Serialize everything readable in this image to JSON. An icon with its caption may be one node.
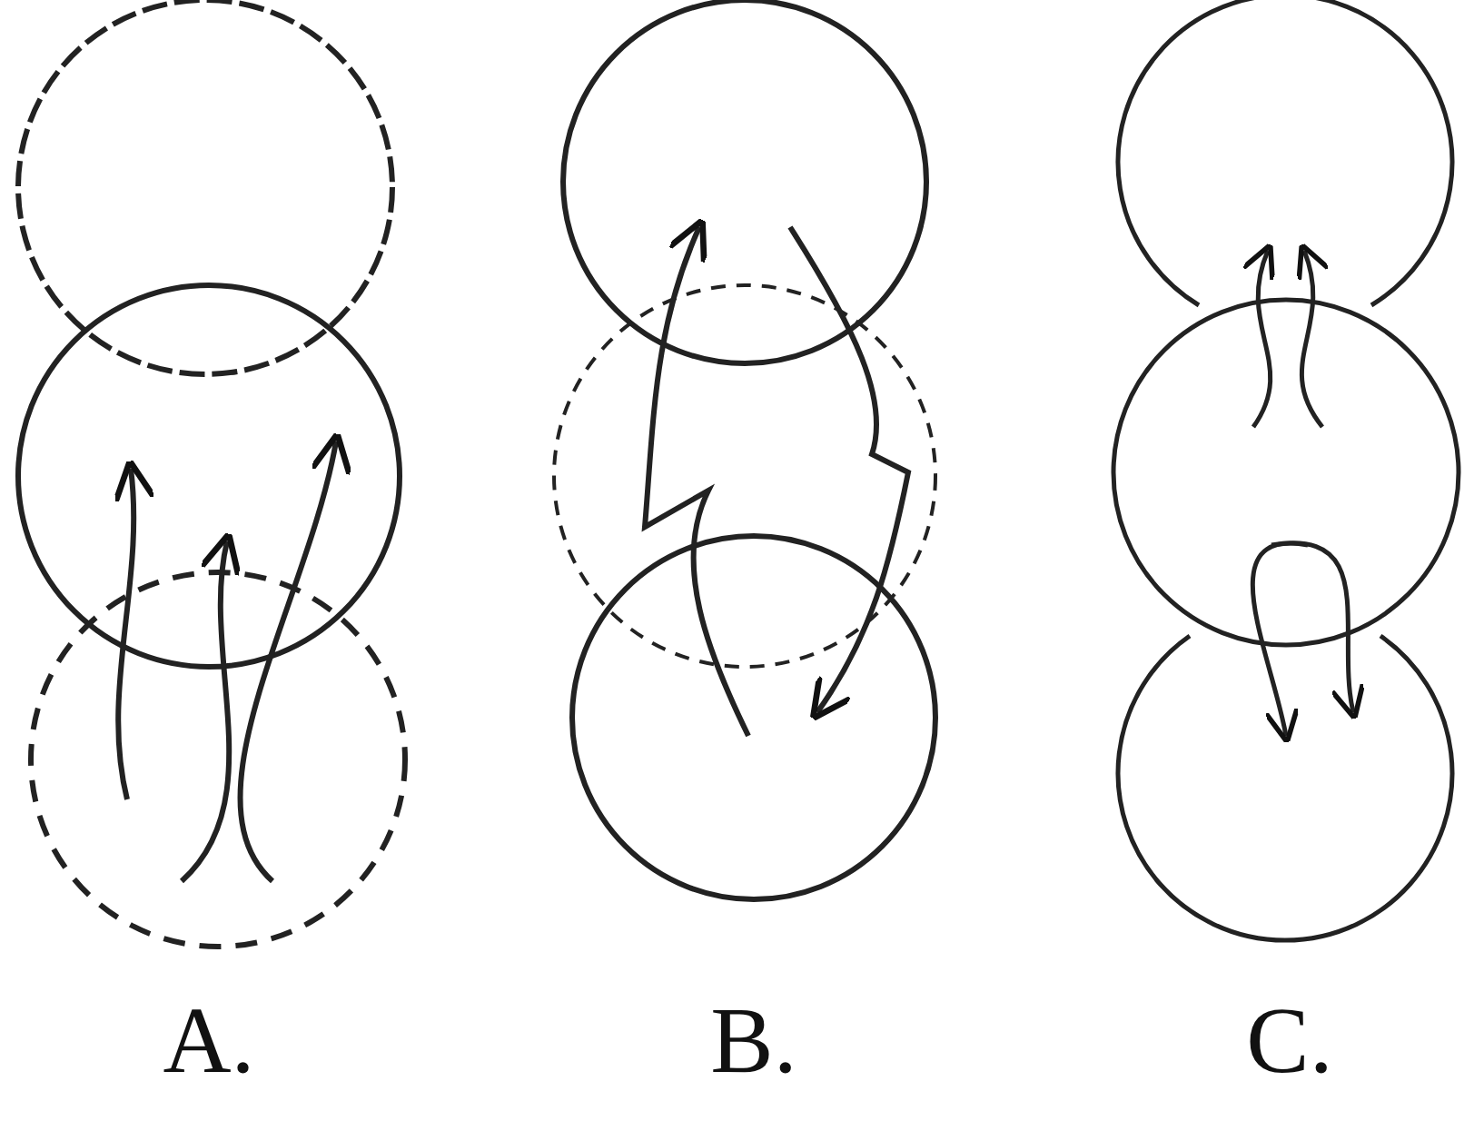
{
  "diagram": {
    "labels": [
      "A.",
      "B.",
      "C."
    ]
  }
}
